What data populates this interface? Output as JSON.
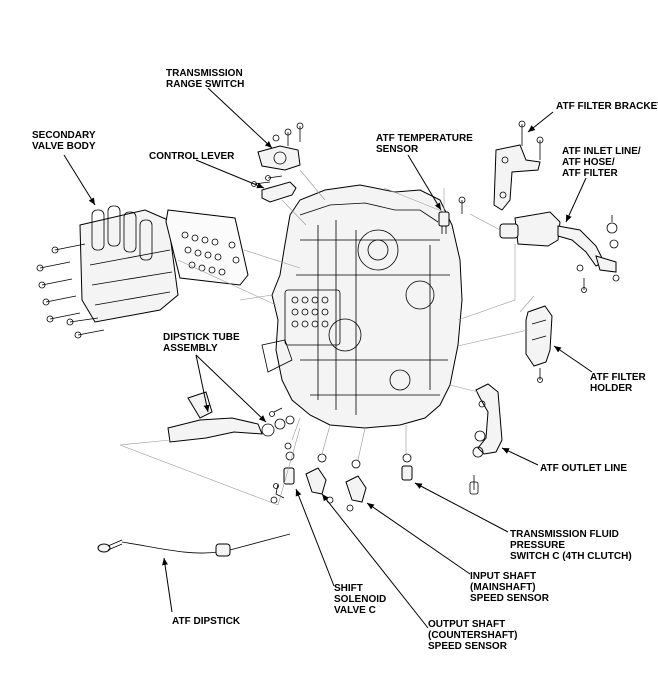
{
  "labels": {
    "transmission_range_switch": [
      "TRANSMISSION",
      "RANGE SWITCH"
    ],
    "secondary_valve_body": [
      "SECONDARY",
      "VALVE BODY"
    ],
    "control_lever": [
      "CONTROL LEVER"
    ],
    "atf_temperature_sensor": [
      "ATF TEMPERATURE",
      "SENSOR"
    ],
    "atf_filter_bracket": [
      "ATF FILTER BRACKET"
    ],
    "atf_inlet_line": [
      "ATF INLET LINE/",
      "ATF HOSE/",
      "ATF FILTER"
    ],
    "dipstick_tube_assembly": [
      "DIPSTICK TUBE",
      "ASSEMBLY"
    ],
    "atf_filter_holder": [
      "ATF FILTER",
      "HOLDER"
    ],
    "atf_outlet_line": [
      "ATF OUTLET LINE"
    ],
    "transmission_fluid_pressure_switch": [
      "TRANSMISSION FLUID",
      "PRESSURE",
      "SWITCH C (4TH CLUTCH)"
    ],
    "input_shaft_speed_sensor": [
      "INPUT SHAFT",
      "(MAINSHAFT)",
      "SPEED SENSOR"
    ],
    "shift_solenoid_valve_c": [
      "SHIFT",
      "SOLENOID",
      "VALVE C"
    ],
    "output_shaft_speed_sensor": [
      "OUTPUT SHAFT",
      "(COUNTERSHAFT)",
      "SPEED SENSOR"
    ],
    "atf_dipstick": [
      "ATF DIPSTICK"
    ]
  }
}
